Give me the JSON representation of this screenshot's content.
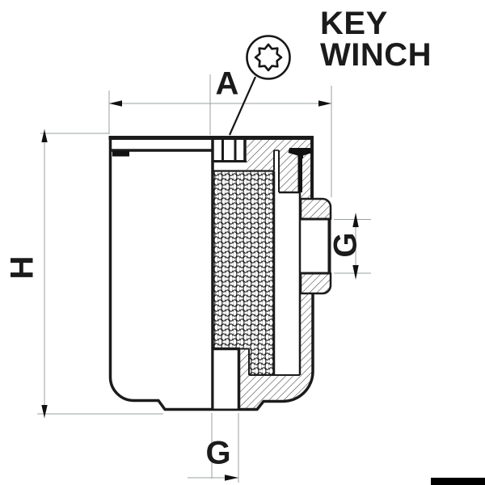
{
  "drawing": {
    "title_callout": {
      "line1": "KEY",
      "line2": "WINCH"
    },
    "dimensions": {
      "top_width_label": "A",
      "left_height_label": "H",
      "right_port_label": "G",
      "bottom_port_label": "G"
    },
    "icons": {
      "torx_symbol": "8-point-star-in-circle"
    },
    "colors": {
      "line": "#1b1b1b",
      "dim_line": "#9aa0a2",
      "background": "#ffffff",
      "corner_mark": "#000000"
    }
  }
}
